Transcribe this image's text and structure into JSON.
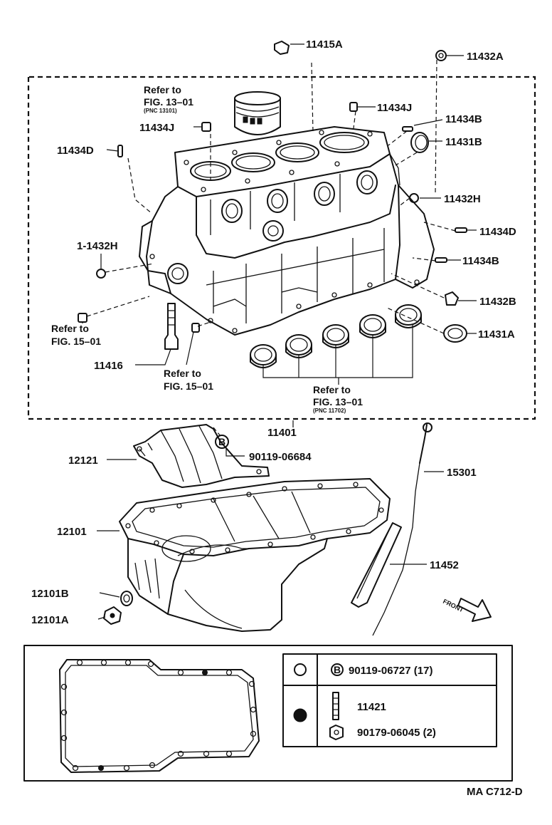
{
  "labels": {
    "p11415A": "11415A",
    "p11432A": "11432A",
    "ref_piston_1": "Refer to",
    "ref_piston_2": "FIG. 13–01",
    "ref_piston_3": "(PNC 13101)",
    "p11434J_right": "11434J",
    "p11434B_top": "11434B",
    "p11434J_left": "11434J",
    "p11431B": "11431B",
    "p11434D_left": "11434D",
    "p11432H_right": "11432H",
    "p11434D_right": "11434D",
    "p11432H_left": "1-1432H",
    "p11434B_right": "11434B",
    "p11432B": "11432B",
    "ref_fig15_left_1": "Refer to",
    "ref_fig15_left_2": "FIG. 15–01",
    "p11431A": "11431A",
    "p11416": "11416",
    "ref_fig15_mid_1": "Refer to",
    "ref_fig15_mid_2": "FIG. 15–01",
    "ref_bearing_1": "Refer to",
    "ref_bearing_2": "FIG. 13–01",
    "ref_bearing_3": "(PNC 11702)",
    "p11401": "11401",
    "p12121": "12121",
    "p90119_06684": "90119-06684",
    "p15301": "15301",
    "p12101": "12101",
    "p11452": "11452",
    "p12101B": "12101B",
    "p12101A": "12101A",
    "front": "FRONT",
    "legend_open_mark": "B",
    "legend_open_part": "90119-06727 (17)",
    "legend_filled_part_1": "11421",
    "legend_filled_part_2": "90179-06045 (2)",
    "footer_code": "MA C712-D"
  }
}
